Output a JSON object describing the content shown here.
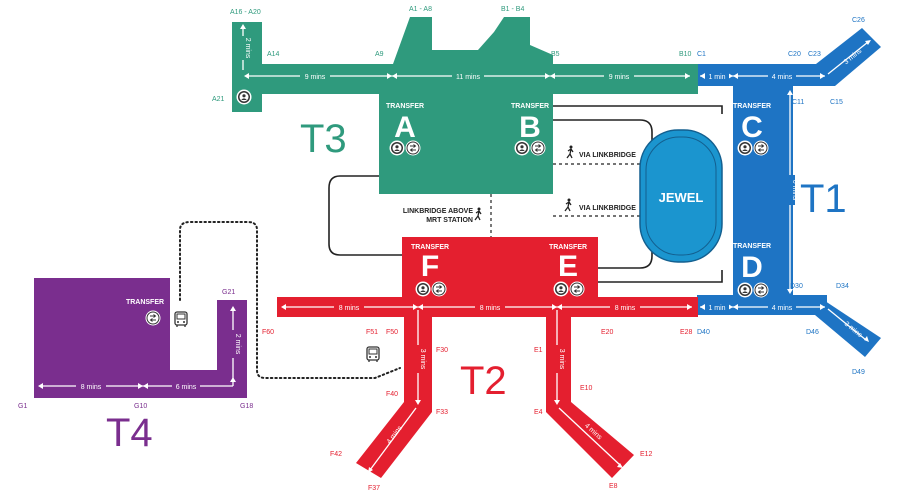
{
  "colors": {
    "t1": "#1e74c4",
    "t2": "#e41f2f",
    "t3": "#2f9a7d",
    "t4": "#7a2e8e",
    "jewel": "#1b95cf",
    "text_dark": "#222222",
    "path": "#222222"
  },
  "terminals": {
    "t1": "T1",
    "t2": "T2",
    "t3": "T3",
    "t4": "T4"
  },
  "areas": {
    "a": "A",
    "b": "B",
    "c": "C",
    "d": "D",
    "e": "E",
    "f": "F"
  },
  "transfer_label": "TRANSFER",
  "jewel_label": "JEWEL",
  "via_linkbridge": "VIA LINKBRIDGE",
  "linkbridge_mrt": [
    "LINKBRIDGE ABOVE",
    "MRT STATION"
  ],
  "gates": {
    "t3": {
      "a16_a20": "A16 - A20",
      "a14": "A14",
      "a9": "A9",
      "a1_a8": "A1 - A8",
      "b1_b4": "B1 - B4",
      "b5": "B5",
      "b10": "B10",
      "a21": "A21"
    },
    "t1": {
      "c1": "C1",
      "c20": "C20",
      "c23": "C23",
      "c26": "C26",
      "c11": "C11",
      "c15": "C15",
      "d30": "D30",
      "d34": "D34",
      "d40": "D40",
      "d46": "D46",
      "d49": "D49"
    },
    "t2": {
      "f60": "F60",
      "f51": "F51",
      "f50": "F50",
      "f30": "F30",
      "f40": "F40",
      "f33": "F33",
      "f42": "F42",
      "f37": "F37",
      "e1": "E1",
      "e20": "E20",
      "e28": "E28",
      "e10": "E10",
      "e4": "E4",
      "e12": "E12",
      "e8": "E8"
    },
    "t4": {
      "g21": "G21",
      "g1": "G1",
      "g10": "G10",
      "g18": "G18"
    }
  },
  "walk_times": {
    "t3_vertical": "2 mins",
    "t3_a14_a9": "9 mins",
    "t3_a9_b5": "11 mins",
    "t3_b5_b10": "9 mins",
    "t1_connector": "1 min",
    "t1_c_top": "4 mins",
    "t1_c_diag": "3 mins",
    "t1_vertical": "6 mins",
    "t1_d_connector": "1 min",
    "t1_d_bottom": "4 mins",
    "t1_d_diag": "3 mins",
    "t2_f60_f51": "8 mins",
    "t2_f50_e1": "8 mins",
    "t2_e20_e28": "8 mins",
    "t2_f_down": "3 mins",
    "t2_f_diag": "4 mins",
    "t2_e_down": "3 mins",
    "t2_e_diag": "4 mins",
    "t4_vertical": "2 mins",
    "t4_g1_g10": "8 mins",
    "t4_g10_g18": "6 mins"
  }
}
